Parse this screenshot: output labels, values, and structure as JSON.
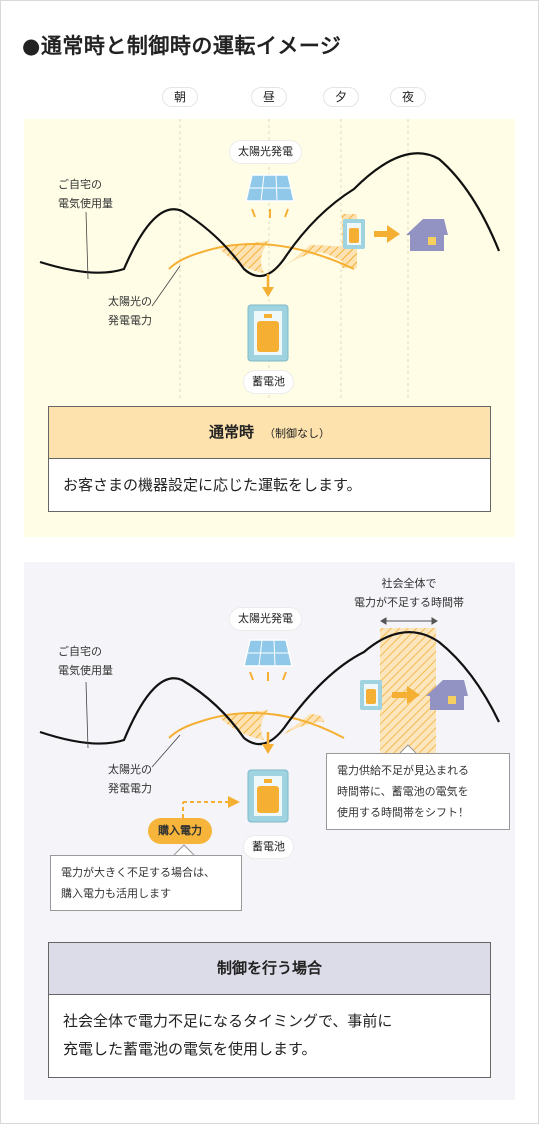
{
  "page_title": "●通常時と制御時の運転イメージ",
  "time_labels": [
    "朝",
    "昼",
    "夕",
    "夜"
  ],
  "colors": {
    "normal_bg": "#fffde6",
    "control_bg": "#f4f4f9",
    "normal_header": "#fde2ae",
    "control_header": "#dcdce8",
    "solar_line": "#f5b034",
    "demand_line": "#111111",
    "house": "#9393c3"
  },
  "normal": {
    "demand_label": [
      "ご自宅の",
      "電気使用量"
    ],
    "solar_label": "太陽光発電",
    "generation_label": [
      "太陽光の",
      "発電電力"
    ],
    "battery_label": "蓄電池",
    "heading": "通常時",
    "heading_note": "（制御なし）",
    "description": "お客さまの機器設定に応じた運転をします。"
  },
  "control": {
    "shortage_note": [
      "社会全体で",
      "電力が不足する時間帯"
    ],
    "demand_label": [
      "ご自宅の",
      "電気使用量"
    ],
    "solar_label": "太陽光発電",
    "generation_label": [
      "太陽光の",
      "発電電力"
    ],
    "purchase_label": "購入電力",
    "battery_label": "蓄電池",
    "shift_callout": [
      "電力供給不足が見込まれる",
      "時間帯に、蓄電池の電気を",
      "使用する時間帯をシフト！"
    ],
    "purchase_callout": [
      "電力が大きく不足する場合は、",
      "購入電力も活用します"
    ],
    "heading": "制御を行う場合",
    "description": [
      "社会全体で電力不足になるタイミングで、事前に",
      "充電した蓄電池の電気を使用します。"
    ]
  },
  "icons": [
    "solar-panel-icon",
    "sun-ray-icon",
    "battery-icon",
    "house-icon",
    "arrow-down-icon",
    "arrow-right-icon",
    "double-arrow-icon"
  ]
}
